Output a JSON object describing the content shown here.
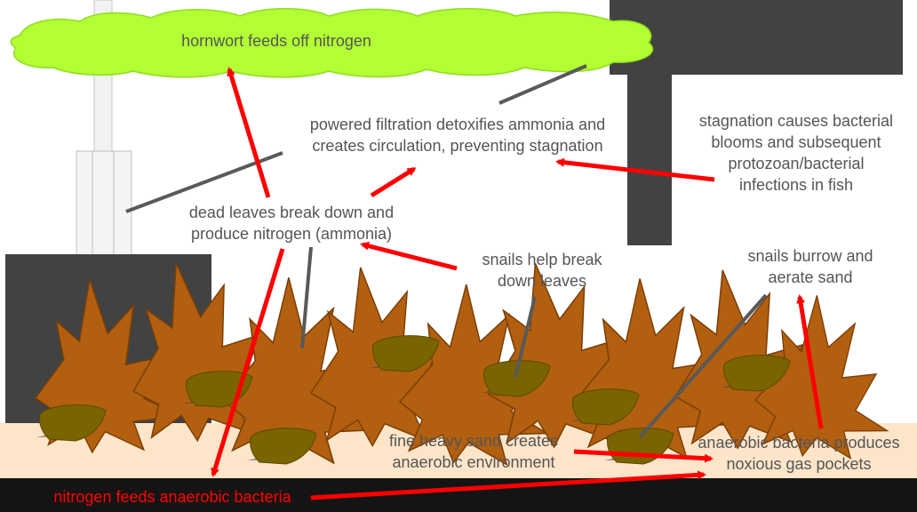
{
  "labels": {
    "hornwort": [
      "hornwort feeds off nitrogen"
    ],
    "filtration": [
      "powered filtration detoxifies ammonia and",
      "creates circulation, preventing stagnation"
    ],
    "stagnation": [
      "stagnation causes bacterial",
      "blooms and subsequent",
      "protozoan/bacterial",
      "infections in fish"
    ],
    "dead_leaves": [
      "dead leaves break down and",
      "produce nitrogen (ammonia)"
    ],
    "snails_leaves": [
      "snails help break",
      "down leaves"
    ],
    "snails_sand": [
      "snails burrow and",
      "aerate sand"
    ],
    "sand": [
      "fine heavy sand creates",
      "anaerobic environment"
    ],
    "anaerobic": [
      "anaerobic bacteria produces",
      "noxious gas pockets"
    ],
    "nitrogen_feeds": "nitrogen feeds anaerobic bacteria"
  },
  "colors": {
    "hornwort_fill": "#b2ff33",
    "hornwort_stroke": "#8fdc20",
    "leaf_fill": "#b35f10",
    "leaf_stroke": "#7a3f06",
    "snail_fill": "#7a6400",
    "snail_shadow": "#4a4a4a",
    "sand": "#fde5c9",
    "substrate": "#141414",
    "equipment": "#424242",
    "arrow": "#ff0000",
    "pointer": "#595959",
    "text": "#555555"
  }
}
